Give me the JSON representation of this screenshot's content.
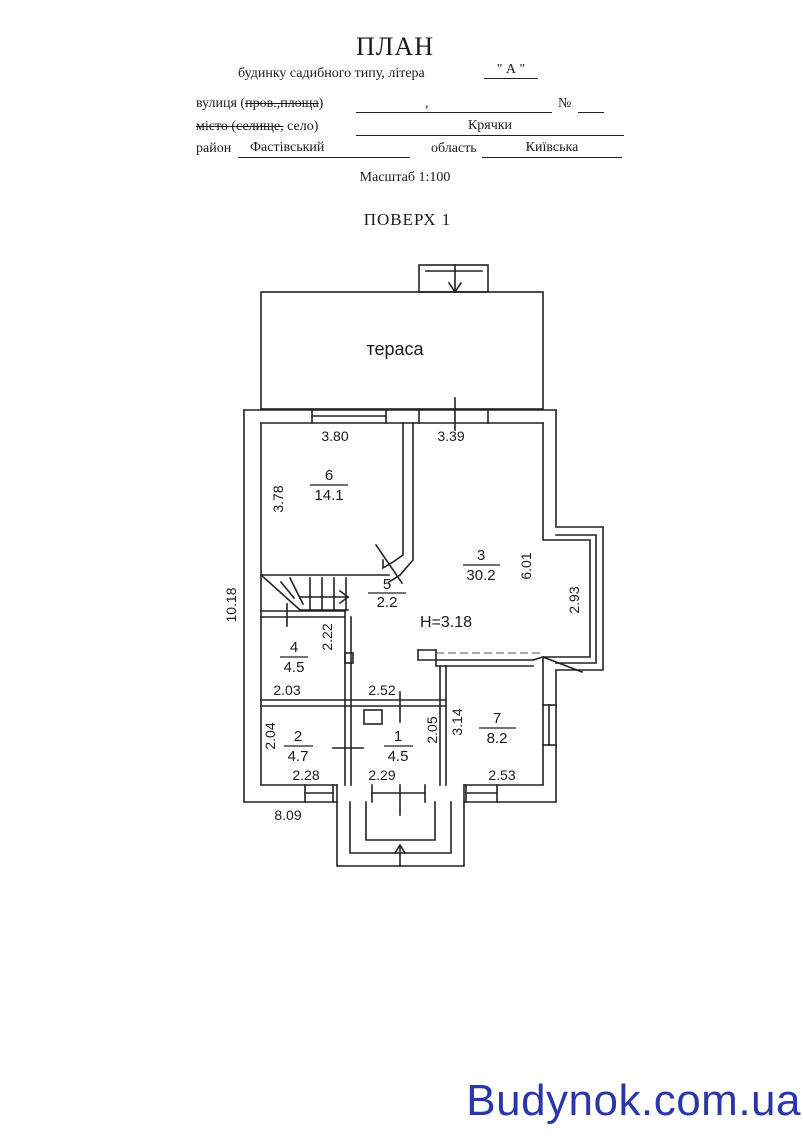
{
  "header": {
    "title": "ПЛАН",
    "subtitle": "будинку садибного типу, літера",
    "litera": "\" А \""
  },
  "address": {
    "street_label_prefix": "вулиця (",
    "street_label_struck": "пров.,площа",
    "street_label_suffix": ")",
    "street_comma": ",",
    "number_label": "№",
    "settlement_struck": "місто (селище,",
    "settlement_label": " село)",
    "settlement_value": "Крячки",
    "district_label": "район",
    "district_value": "Фастівський",
    "region_label": "область",
    "region_value": "Київська"
  },
  "scale_label": "Масштаб 1:100",
  "floor_label": "ПОВЕРХ  1",
  "plan": {
    "terrace_label": "тераса",
    "height_label": "H=3.18",
    "height_color": "#1f2d9c",
    "rooms": [
      {
        "id": "room-6",
        "number": "6",
        "area": "14.1"
      },
      {
        "id": "room-3",
        "number": "3",
        "area": "30.2"
      },
      {
        "id": "room-5",
        "number": "5",
        "area": "2.2"
      },
      {
        "id": "room-4",
        "number": "4",
        "area": "4.5"
      },
      {
        "id": "room-2",
        "number": "2",
        "area": "4.7"
      },
      {
        "id": "room-1",
        "number": "1",
        "area": "4.5"
      },
      {
        "id": "room-7",
        "number": "7",
        "area": "8.2"
      }
    ],
    "dimensions": {
      "d_3_80": "3.80",
      "d_3_39": "3.39",
      "d_3_78": "3.78",
      "d_6_01": "6.01",
      "d_2_93": "2.93",
      "d_10_18": "10.18",
      "d_2_22": "2.22",
      "d_2_03": "2.03",
      "d_2_52": "2.52",
      "d_2_04": "2.04",
      "d_2_05": "2.05",
      "d_3_14": "3.14",
      "d_2_28": "2.28",
      "d_2_29": "2.29",
      "d_2_53": "2.53",
      "d_8_09": "8.09"
    }
  },
  "brand": {
    "text": "Budynok.com.ua",
    "color": "#2a37a8"
  }
}
